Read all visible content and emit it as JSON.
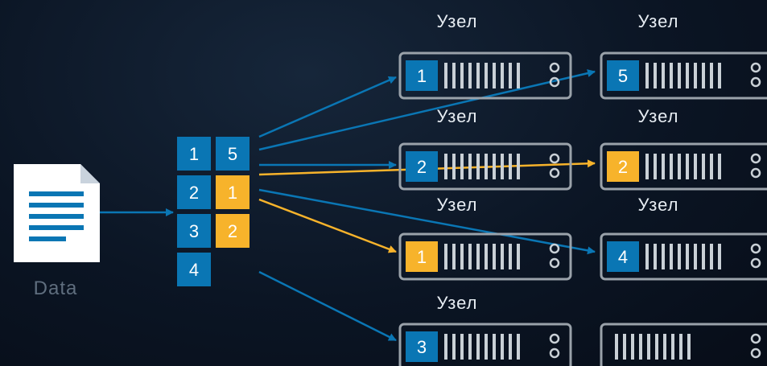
{
  "colors": {
    "blue": "#0a76b4",
    "orange": "#f7b32b",
    "server_outline": "#9aa2aa",
    "text": "#e6ecf2",
    "data_label": "#5f6e7e"
  },
  "source": {
    "label": "Data",
    "icon": "document-icon"
  },
  "blocks": [
    {
      "num": "1",
      "type": "primary"
    },
    {
      "num": "5",
      "type": "primary"
    },
    {
      "num": "2",
      "type": "primary"
    },
    {
      "num": "1",
      "type": "replica"
    },
    {
      "num": "3",
      "type": "primary"
    },
    {
      "num": "2",
      "type": "replica"
    },
    {
      "num": "4",
      "type": "primary"
    }
  ],
  "nodes": [
    {
      "label": "Узел",
      "block": "1",
      "type": "primary"
    },
    {
      "label": "Узел",
      "block": "5",
      "type": "primary"
    },
    {
      "label": "Узел",
      "block": "2",
      "type": "primary"
    },
    {
      "label": "Узел",
      "block": "2",
      "type": "replica"
    },
    {
      "label": "Узел",
      "block": "1",
      "type": "replica"
    },
    {
      "label": "Узел",
      "block": "4",
      "type": "primary"
    },
    {
      "label": "Узел",
      "block": "3",
      "type": "primary"
    },
    {
      "label": "",
      "block": "",
      "type": "empty"
    }
  ]
}
